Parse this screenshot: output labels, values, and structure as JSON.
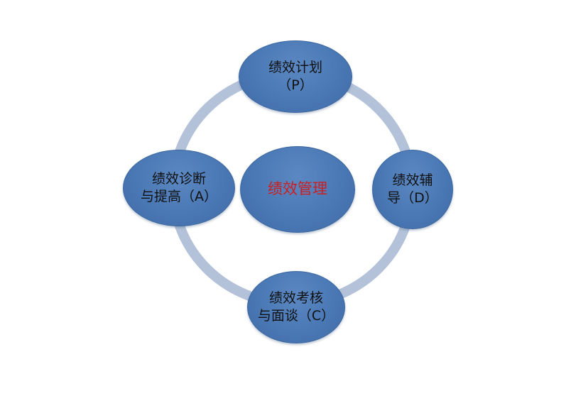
{
  "colors": {
    "node_fill": "#4a78b4",
    "ring": "#b3c2d9",
    "center_text": "#cc1f1f",
    "node_text": "#111111"
  },
  "center": {
    "label": "绩效管理"
  },
  "nodes": {
    "plan": {
      "line1": "绩效计划",
      "line2": "（P）"
    },
    "coach": {
      "line1": "绩效辅",
      "line2": "导（D）"
    },
    "review": {
      "line1": "绩效考核",
      "line2": "与面谈（C）"
    },
    "improve": {
      "line1": "绩效诊断",
      "line2": "与提高（A）"
    }
  }
}
